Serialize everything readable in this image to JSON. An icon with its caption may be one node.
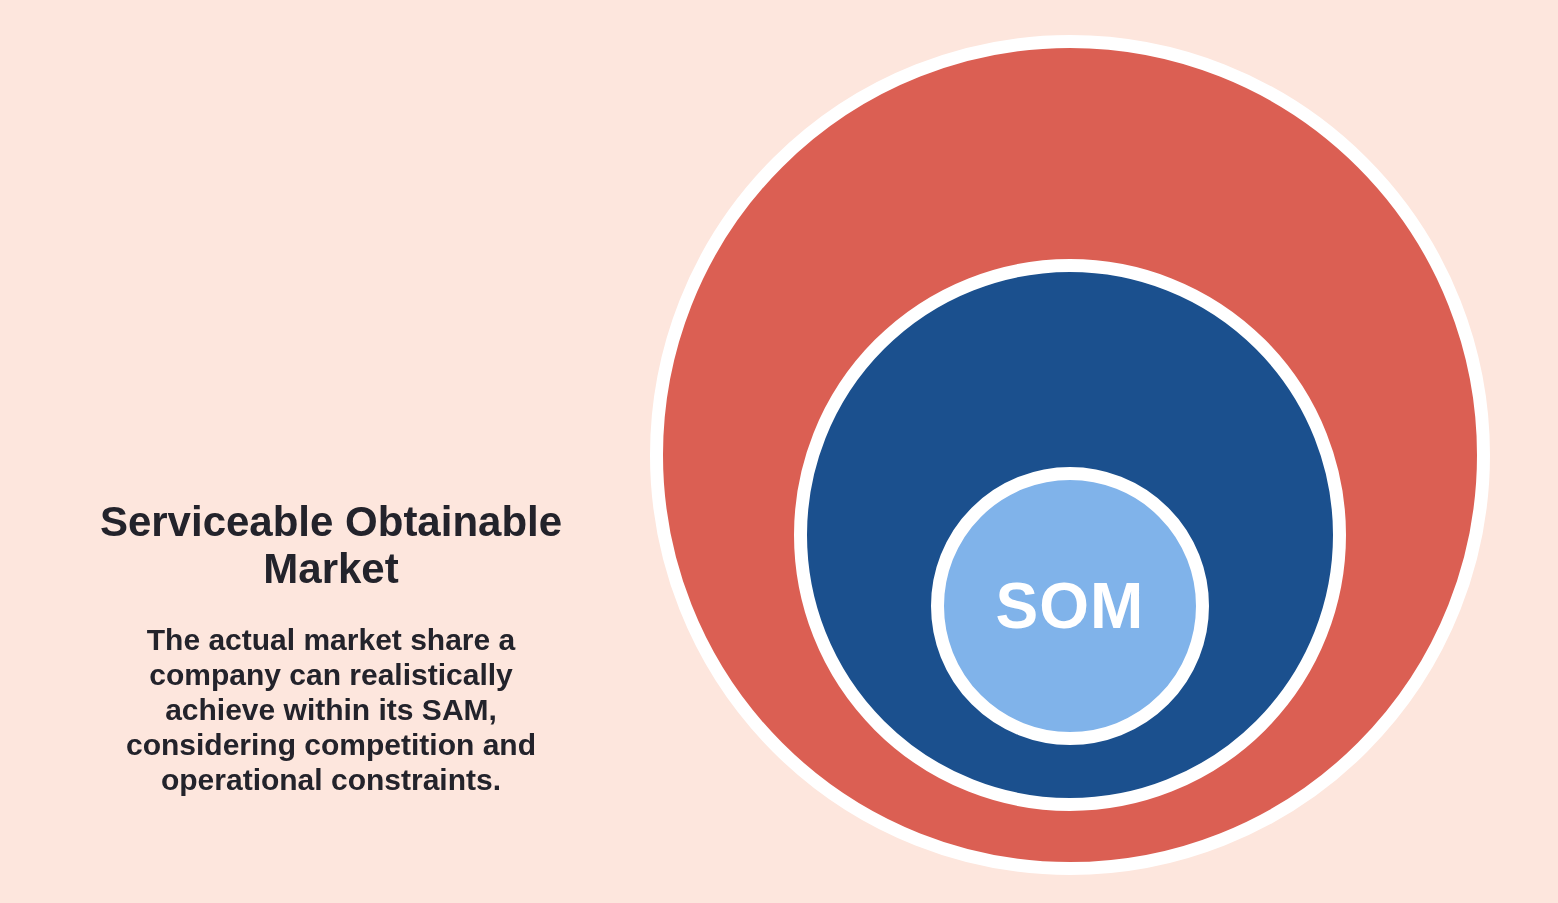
{
  "diagram": {
    "title": "Serviceable Obtainable Market",
    "nodes": [
      {
        "text": [],
        "shape": "circle"
      },
      {
        "text": [],
        "shape": "circle",
        "in": 0
      },
      {
        "text": [
          "SOM"
        ],
        "in": 1
      }
    ],
    "edges": [],
    "labels": [
      "The actual market share a company can realistically achieve within its SAM, considering competition and operational constraints."
    ]
  }
}
